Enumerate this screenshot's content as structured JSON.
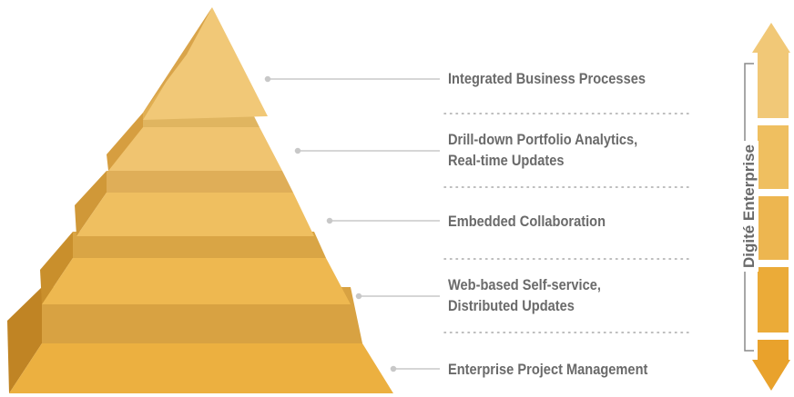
{
  "diagram": {
    "tiers": [
      {
        "lines": [
          "Integrated Business Processes"
        ]
      },
      {
        "lines": [
          "Drill-down Portfolio Analytics,",
          "Real-time Updates"
        ]
      },
      {
        "lines": [
          "Embedded Collaboration"
        ]
      },
      {
        "lines": [
          "Web-based Self-service,",
          "Distributed Updates"
        ]
      },
      {
        "lines": [
          "Enterprise Project Management"
        ]
      }
    ],
    "side_label": "Digité Enterprise"
  },
  "colors": {
    "tier_fronts": [
      "#f1c877",
      "#f0c470",
      "#efbf60",
      "#eeb850",
      "#ecb040"
    ],
    "tier_sides": [
      "#d9a44a",
      "#d69e40",
      "#d09838",
      "#c98f2c",
      "#c08424"
    ],
    "connector": "#c8c8c8",
    "arrow_segments": [
      "#f1c877",
      "#efbf60",
      "#edb650",
      "#ebab38"
    ]
  }
}
